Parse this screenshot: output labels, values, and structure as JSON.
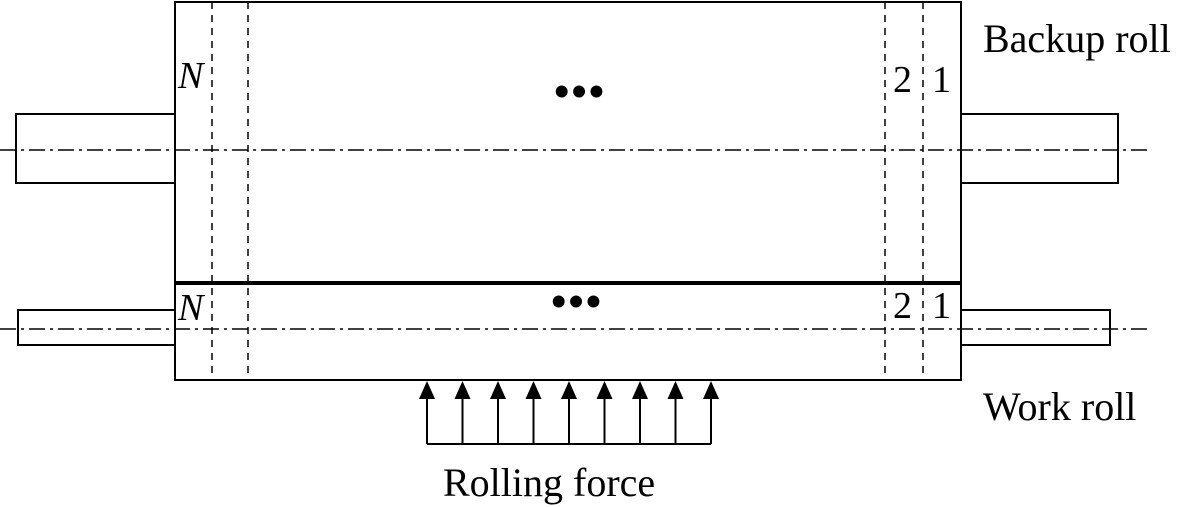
{
  "labels": {
    "backup_roll": "Backup roll",
    "work_roll": "Work roll",
    "rolling_force": "Rolling force"
  },
  "segments": {
    "last": "N",
    "second": "2",
    "first": "1",
    "ellipsis": "•••"
  },
  "force_arrow_count": 9
}
